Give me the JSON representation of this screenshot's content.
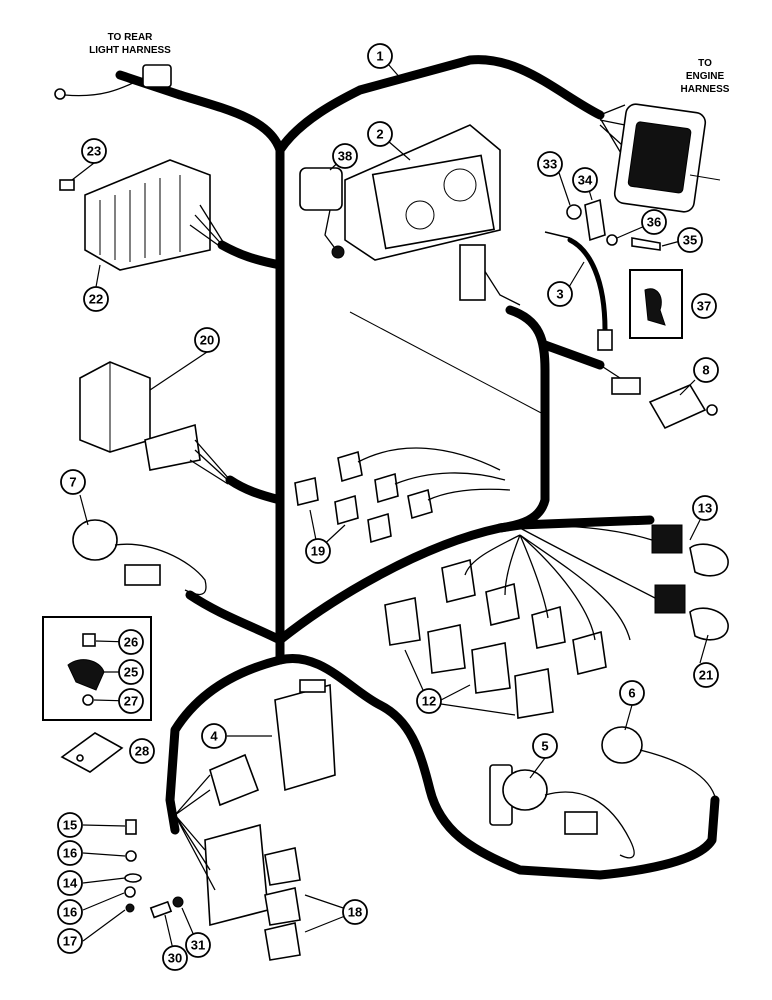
{
  "notes": {
    "rear_light_line1": "TO REAR",
    "rear_light_line2": "LIGHT HARNESS",
    "engine_line1": "TO",
    "engine_line2": "ENGINE",
    "engine_line3": "HARNESS"
  },
  "callouts": [
    {
      "id": "1"
    },
    {
      "id": "2"
    },
    {
      "id": "3"
    },
    {
      "id": "4"
    },
    {
      "id": "5"
    },
    {
      "id": "6"
    },
    {
      "id": "7"
    },
    {
      "id": "8"
    },
    {
      "id": "12"
    },
    {
      "id": "13"
    },
    {
      "id": "14"
    },
    {
      "id": "15"
    },
    {
      "id": "16a"
    },
    {
      "id": "16b"
    },
    {
      "id": "17"
    },
    {
      "id": "18"
    },
    {
      "id": "19"
    },
    {
      "id": "20"
    },
    {
      "id": "21"
    },
    {
      "id": "22"
    },
    {
      "id": "23"
    },
    {
      "id": "25"
    },
    {
      "id": "26"
    },
    {
      "id": "27"
    },
    {
      "id": "28"
    },
    {
      "id": "30"
    },
    {
      "id": "31"
    },
    {
      "id": "33"
    },
    {
      "id": "34"
    },
    {
      "id": "35"
    },
    {
      "id": "36"
    },
    {
      "id": "37"
    },
    {
      "id": "38"
    }
  ],
  "labels": {
    "1": "1",
    "2": "2",
    "3": "3",
    "4": "4",
    "5": "5",
    "6": "6",
    "7": "7",
    "8": "8",
    "12": "12",
    "13": "13",
    "14": "14",
    "15": "15",
    "16a": "16",
    "16b": "16",
    "17": "17",
    "18": "18",
    "19": "19",
    "20": "20",
    "21": "21",
    "22": "22",
    "23": "23",
    "25": "25",
    "26": "26",
    "27": "27",
    "28": "28",
    "30": "30",
    "31": "31",
    "33": "33",
    "34": "34",
    "35": "35",
    "36": "36",
    "37": "37",
    "38": "38"
  }
}
